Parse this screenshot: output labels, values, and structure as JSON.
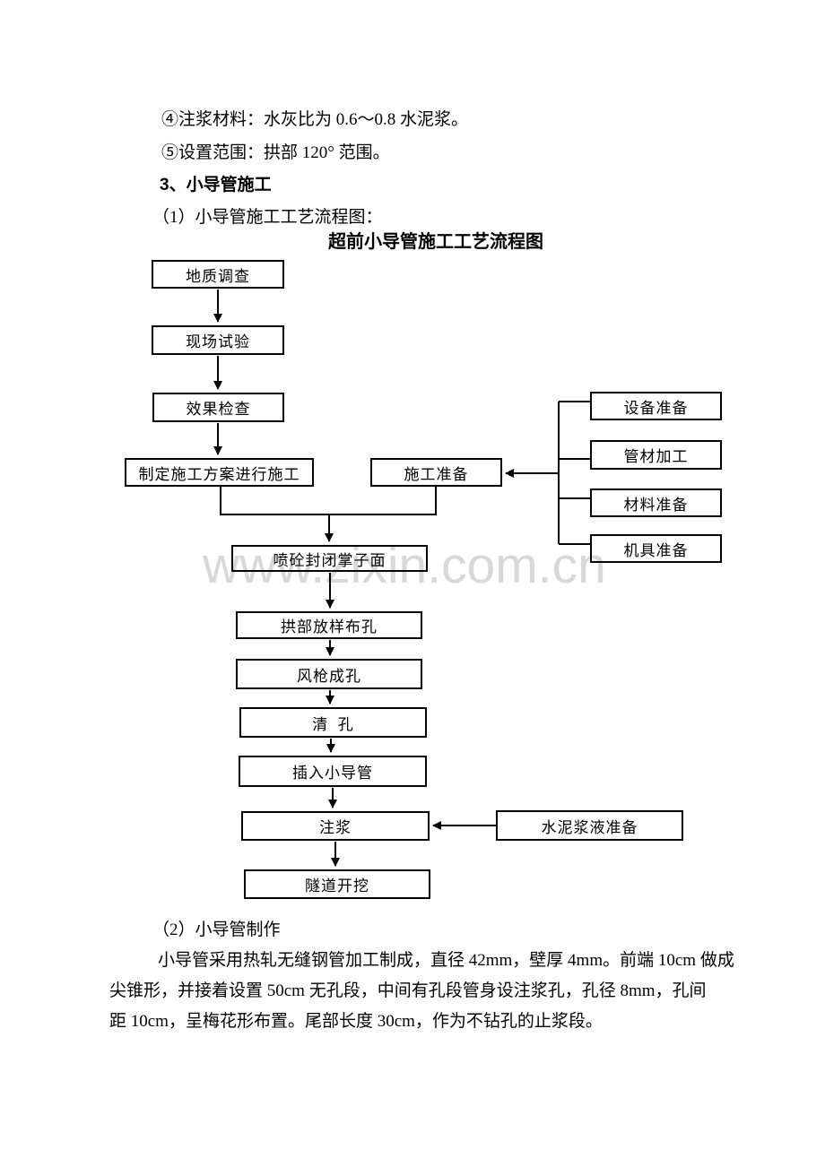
{
  "page": {
    "background": "#ffffff",
    "text_color": "#000000",
    "line_color": "#000000",
    "watermark_color": "#d8d8d8"
  },
  "content": {
    "item4": "④注浆材料：水灰比为 0.6～0.8 水泥浆。",
    "item5": "⑤设置范围：拱部 120° 范围。",
    "heading3": "3、小导管施工",
    "sub1": "（1）小导管施工工艺流程图：",
    "sub2": "（2）小导管制作",
    "para_lines": [
      "小导管采用热轧无缝钢管加工制成，直径 42mm，壁厚 4mm。前端 10cm 做成",
      "尖锥形，并接着设置 50cm 无孔段，中间有孔段管身设注浆孔，孔径 8mm，孔间",
      "距 10cm，呈梅花形布置。尾部长度 30cm，作为不钻孔的止浆段。"
    ]
  },
  "watermark": {
    "text": "www.zixin.com.cn"
  },
  "flowchart": {
    "title": "超前小导管施工工艺流程图",
    "boxes": [
      {
        "id": "geological-survey",
        "label": "地质调查"
      },
      {
        "id": "field-test",
        "label": "现场试验"
      },
      {
        "id": "effect-check",
        "label": "效果检查"
      },
      {
        "id": "make-construction-plan",
        "label": "制定施工方案进行施工"
      },
      {
        "id": "construction-prep",
        "label": "施工准备"
      },
      {
        "id": "equipment-prep",
        "label": "设备准备"
      },
      {
        "id": "pipe-processing",
        "label": "管材加工"
      },
      {
        "id": "material-prep",
        "label": "材料准备"
      },
      {
        "id": "machinery-prep",
        "label": "机具准备"
      },
      {
        "id": "shotcrete-seal-face",
        "label": "喷砼封闭掌子面"
      },
      {
        "id": "arch-layout-holes",
        "label": "拱部放样布孔"
      },
      {
        "id": "pneumatic-drill-holes",
        "label": "风枪成孔"
      },
      {
        "id": "clean-hole",
        "label": "清  孔"
      },
      {
        "id": "insert-pipe",
        "label": "插入小导管"
      },
      {
        "id": "grouting",
        "label": "注浆"
      },
      {
        "id": "cement-slurry-prep",
        "label": "水泥浆液准备"
      },
      {
        "id": "tunnel-excavation",
        "label": "隧道开挖"
      }
    ],
    "edges": [
      {
        "from": "geological-survey",
        "to": "field-test"
      },
      {
        "from": "field-test",
        "to": "effect-check"
      },
      {
        "from": "effect-check",
        "to": "make-construction-plan"
      },
      {
        "from": "make-construction-plan",
        "to": "shotcrete-seal-face"
      },
      {
        "from": "construction-prep",
        "to": "shotcrete-seal-face"
      },
      {
        "from": "equipment-prep",
        "to": "construction-prep"
      },
      {
        "from": "pipe-processing",
        "to": "construction-prep"
      },
      {
        "from": "material-prep",
        "to": "construction-prep"
      },
      {
        "from": "machinery-prep",
        "to": "construction-prep"
      },
      {
        "from": "shotcrete-seal-face",
        "to": "arch-layout-holes"
      },
      {
        "from": "arch-layout-holes",
        "to": "pneumatic-drill-holes"
      },
      {
        "from": "pneumatic-drill-holes",
        "to": "clean-hole"
      },
      {
        "from": "clean-hole",
        "to": "insert-pipe"
      },
      {
        "from": "insert-pipe",
        "to": "grouting"
      },
      {
        "from": "cement-slurry-prep",
        "to": "grouting"
      },
      {
        "from": "grouting",
        "to": "tunnel-excavation"
      }
    ]
  }
}
